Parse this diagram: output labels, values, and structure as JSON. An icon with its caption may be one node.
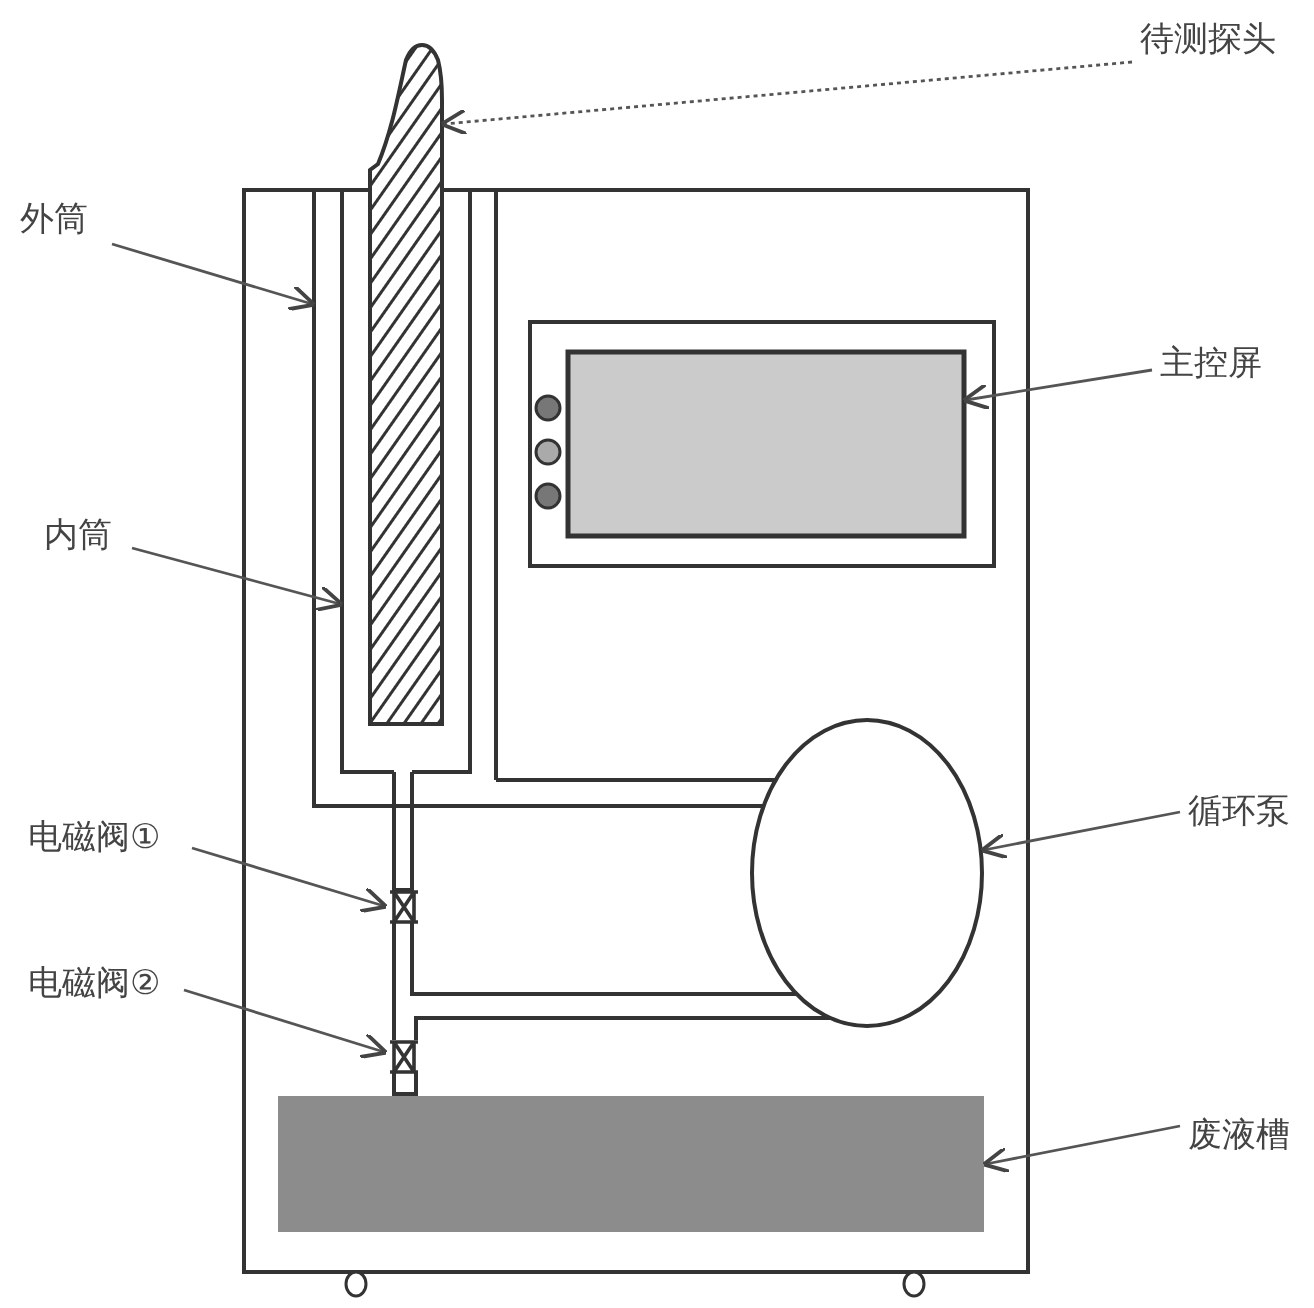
{
  "diagram": {
    "nodes": [
      {
        "text": [
          "待测探头"
        ]
      },
      {
        "text": [],
        "shape": "probe"
      },
      {
        "text": [
          "外筒"
        ]
      },
      {
        "text": [],
        "shape": "tube"
      },
      {
        "text": [
          "主控屏"
        ]
      },
      {
        "text": [],
        "shape": "box"
      },
      {
        "text": [
          "内筒"
        ]
      },
      {
        "text": [],
        "shape": "tube",
        "in": 3
      },
      {
        "text": [
          "循环泵"
        ]
      },
      {
        "text": [],
        "shape": "circle"
      },
      {
        "text": [
          "电磁阀①"
        ]
      },
      {
        "text": [],
        "shape": "valve"
      },
      {
        "text": [
          "电磁阀②"
        ]
      },
      {
        "text": [],
        "shape": "valve"
      },
      {
        "text": [
          "废液槽"
        ]
      },
      {
        "text": [],
        "shape": "box"
      }
    ],
    "edges": [
      {
        "from": 0,
        "to": 1,
        "arrow": "to",
        "style": "dashed"
      },
      {
        "from": 2,
        "to": 3,
        "arrow": "to"
      },
      {
        "from": 4,
        "to": 5,
        "arrow": "to"
      },
      {
        "from": 6,
        "to": 7,
        "arrow": "to"
      },
      {
        "from": 8,
        "to": 9,
        "arrow": "to"
      },
      {
        "from": 10,
        "to": 11,
        "arrow": "to"
      },
      {
        "from": 12,
        "to": 13,
        "arrow": "to"
      },
      {
        "from": 14,
        "to": 15,
        "arrow": "to"
      },
      {
        "from": 3,
        "to": 9,
        "arrow": "none"
      },
      {
        "from": 7,
        "to": 11,
        "arrow": "none"
      },
      {
        "from": 11,
        "to": 13,
        "arrow": "none"
      },
      {
        "from": 9,
        "to": 11,
        "arrow": "none"
      },
      {
        "from": 9,
        "to": 13,
        "arrow": "none"
      },
      {
        "from": 13,
        "to": 15,
        "arrow": "none"
      }
    ]
  }
}
